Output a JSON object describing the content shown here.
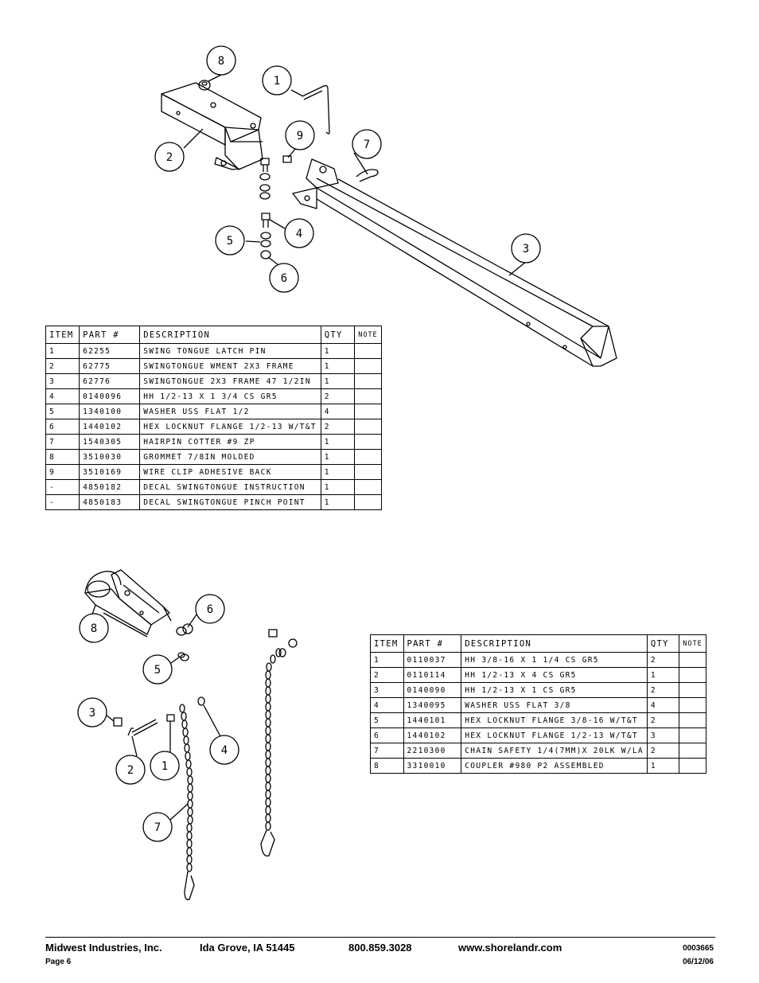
{
  "table1": {
    "headers": [
      "ITEM",
      "PART #",
      "DESCRIPTION",
      "QTY",
      "NOTE"
    ],
    "rows": [
      [
        "1",
        "62255",
        "SWING TONGUE LATCH PIN",
        "1",
        ""
      ],
      [
        "2",
        "62775",
        "SWINGTONGUE WMENT 2X3 FRAME",
        "1",
        ""
      ],
      [
        "3",
        "62776",
        "SWINGTONGUE 2X3 FRAME 47 1/2IN",
        "1",
        ""
      ],
      [
        "4",
        "0140096",
        "HH 1/2-13 X 1 3/4 CS GR5",
        "2",
        ""
      ],
      [
        "5",
        "1340100",
        "WASHER USS FLAT 1/2",
        "4",
        ""
      ],
      [
        "6",
        "1440102",
        "HEX LOCKNUT FLANGE 1/2-13 W/T&T",
        "2",
        ""
      ],
      [
        "7",
        "1540305",
        "HAIRPIN COTTER #9 ZP",
        "1",
        ""
      ],
      [
        "8",
        "3510030",
        "GROMMET  7/8IN MOLDED",
        "1",
        ""
      ],
      [
        "9",
        "3510169",
        "WIRE CLIP   ADHESIVE BACK",
        "1",
        ""
      ],
      [
        "-",
        "4850182",
        "DECAL SWINGTONGUE INSTRUCTION",
        "1",
        ""
      ],
      [
        "-",
        "4850183",
        "DECAL SWINGTONGUE PINCH POINT",
        "1",
        ""
      ]
    ]
  },
  "table2": {
    "headers": [
      "ITEM",
      "PART #",
      "DESCRIPTION",
      "QTY",
      "NOTE"
    ],
    "rows": [
      [
        "1",
        "0110037",
        "HH 3/8-16 X 1 1/4 CS GR5",
        "2",
        ""
      ],
      [
        "2",
        "0110114",
        "HH 1/2-13 X 4 CS GR5",
        "1",
        ""
      ],
      [
        "3",
        "0140090",
        "HH 1/2-13 X 1 CS GR5",
        "2",
        ""
      ],
      [
        "4",
        "1340095",
        "WASHER USS FLAT 3/8",
        "4",
        ""
      ],
      [
        "5",
        "1440101",
        "HEX LOCKNUT FLANGE 3/8-16 W/T&T",
        "2",
        ""
      ],
      [
        "6",
        "1440102",
        "HEX LOCKNUT FLANGE 1/2-13 W/T&T",
        "3",
        ""
      ],
      [
        "7",
        "2210300",
        "CHAIN SAFETY 1/4(7MM)X 20LK W/LA",
        "2",
        ""
      ],
      [
        "8",
        "3310010",
        "COUPLER #980 P2 ASSEMBLED",
        "1",
        ""
      ]
    ]
  },
  "callouts1": [
    "8",
    "1",
    "9",
    "7",
    "2",
    "4",
    "5",
    "6",
    "3"
  ],
  "callouts2": [
    "6",
    "8",
    "5",
    "3",
    "2",
    "1",
    "4",
    "7"
  ],
  "footer": {
    "company": "Midwest Industries, Inc.",
    "city": "Ida Grove, IA  51445",
    "phone": "800.859.3028",
    "website": "www.shorelandr.com",
    "doc_number": "0003665",
    "page": "Page 6",
    "date": "06/12/06"
  }
}
